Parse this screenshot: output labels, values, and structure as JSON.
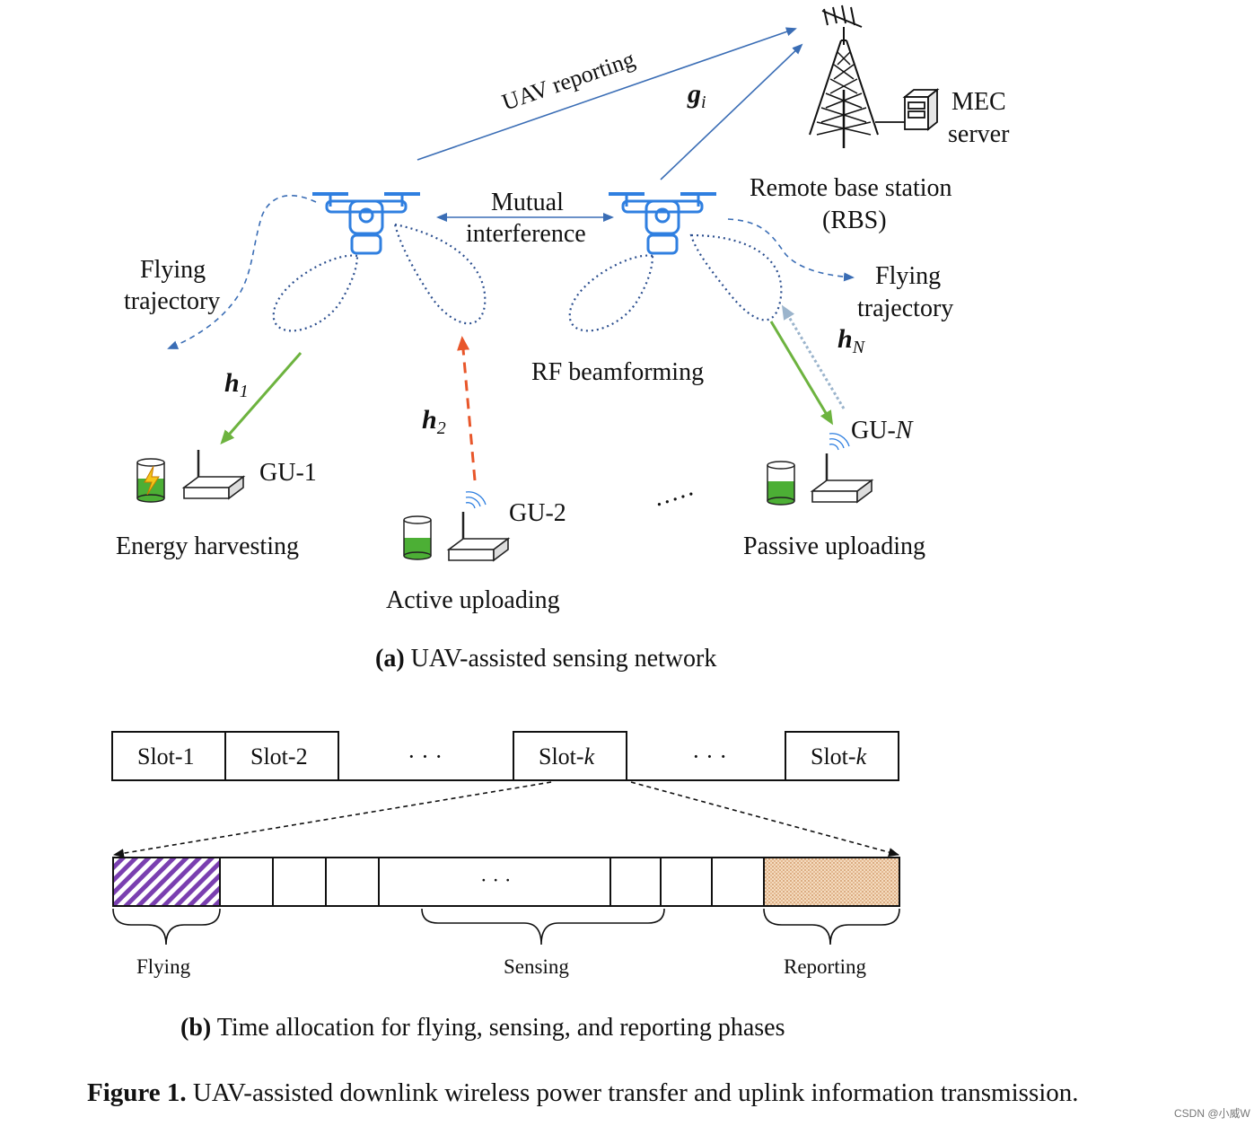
{
  "part_a": {
    "uav_reporting": "UAV reporting",
    "g_base": "g",
    "g_sub": "i",
    "mec": [
      "MEC",
      "server"
    ],
    "rbs": [
      "Remote base station",
      "(RBS)"
    ],
    "mutual": [
      "Mutual",
      "interference"
    ],
    "flying_left": [
      "Flying",
      "trajectory"
    ],
    "flying_right": [
      "Flying",
      "trajectory"
    ],
    "h1_base": "h",
    "h1_sub": "1",
    "h2_base": "h",
    "h2_sub": "2",
    "hN_base": "h",
    "hN_sub": "N",
    "rf_beamforming": "RF beamforming",
    "gu1": "GU-1",
    "gu2": "GU-2",
    "guN_prefix": "GU-",
    "guN_italic": "N",
    "energy_harvesting": "Energy harvesting",
    "active_uploading": "Active uploading",
    "passive_uploading": "Passive uploading",
    "caption_letter": "(a)",
    "caption_text": " UAV-assisted sensing network"
  },
  "part_b": {
    "slots": [
      {
        "label": "Slot-1"
      },
      {
        "label": "Slot-2"
      },
      {
        "label": "· · ·"
      },
      {
        "label_prefix": "Slot-",
        "label_italic": "k"
      },
      {
        "label": "· · ·"
      },
      {
        "label_prefix": "Slot-",
        "label_italic": "k"
      }
    ],
    "inner_ellipsis": "· · ·",
    "phases": [
      "Flying",
      "Sensing",
      "Reporting"
    ],
    "caption_letter": "(b)",
    "caption_text": " Time allocation for flying, sensing, and reporting phases"
  },
  "figure_caption": {
    "label": "Figure 1.",
    "text": " UAV-assisted downlink wireless power transfer and uplink information transmission."
  },
  "watermark": "CSDN @小威W",
  "colors": {
    "drone": "#2f7fe0",
    "arrow_blue": "#3a6db5",
    "harvest_green": "#6db33f",
    "active_orange": "#e8562a",
    "passive_gray": "#9bb4cc",
    "battery_green": "#4caf35",
    "flying_hatch": "#7a3fb0",
    "reporting_fill": "#e9c9a6"
  }
}
